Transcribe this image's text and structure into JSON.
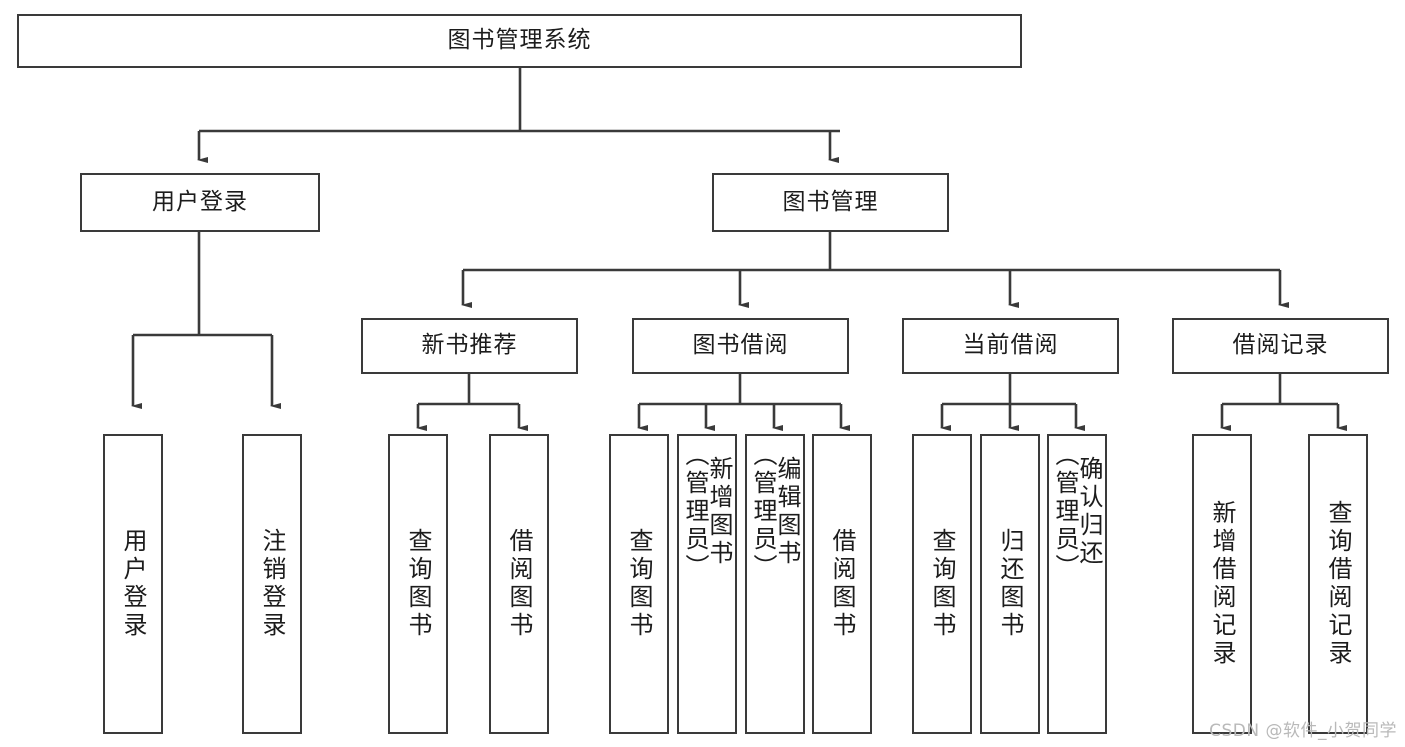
{
  "diagram": {
    "type": "tree-hierarchy",
    "title": "图书管理系统",
    "root": {
      "id": "root",
      "label": "图书管理系统"
    },
    "level2": [
      {
        "id": "user-login",
        "label": "用户登录"
      },
      {
        "id": "book-manage",
        "label": "图书管理"
      }
    ],
    "level3": [
      {
        "id": "new-book-rec",
        "label": "新书推荐",
        "parent": "book-manage"
      },
      {
        "id": "book-borrow",
        "label": "图书借阅",
        "parent": "book-manage"
      },
      {
        "id": "current-borrow",
        "label": "当前借阅",
        "parent": "book-manage"
      },
      {
        "id": "borrow-record",
        "label": "借阅记录",
        "parent": "book-manage"
      }
    ],
    "leaves": [
      {
        "id": "leaf-user-login",
        "label": "用户登录",
        "parent": "user-login"
      },
      {
        "id": "leaf-logout",
        "label": "注销登录",
        "parent": "user-login"
      },
      {
        "id": "leaf-query-book-1",
        "label": "查询图书",
        "parent": "new-book-rec"
      },
      {
        "id": "leaf-borrow-book-1",
        "label": "借阅图书",
        "parent": "new-book-rec"
      },
      {
        "id": "leaf-query-book-2",
        "label": "查询图书",
        "parent": "book-borrow"
      },
      {
        "id": "leaf-add-book",
        "label": "新增图书\n（管理员）",
        "parent": "book-borrow"
      },
      {
        "id": "leaf-edit-book",
        "label": "编辑图书\n（管理员）",
        "parent": "book-borrow"
      },
      {
        "id": "leaf-borrow-book-2",
        "label": "借阅图书",
        "parent": "book-borrow"
      },
      {
        "id": "leaf-query-book-3",
        "label": "查询图书",
        "parent": "current-borrow"
      },
      {
        "id": "leaf-return-book",
        "label": "归还图书",
        "parent": "current-borrow"
      },
      {
        "id": "leaf-confirm-return",
        "label": "确认归还\n（管理员）",
        "parent": "current-borrow"
      },
      {
        "id": "leaf-add-record",
        "label": "新增借阅记录",
        "parent": "borrow-record"
      },
      {
        "id": "leaf-query-record",
        "label": "查询借阅记录",
        "parent": "borrow-record"
      }
    ],
    "colors": {
      "stroke": "#3a3a3a",
      "fill": "#ffffff",
      "text": "#1c1c1c",
      "watermark": "#b9b9b9"
    }
  },
  "watermark": {
    "text": "CSDN @软件_小贺同学"
  }
}
